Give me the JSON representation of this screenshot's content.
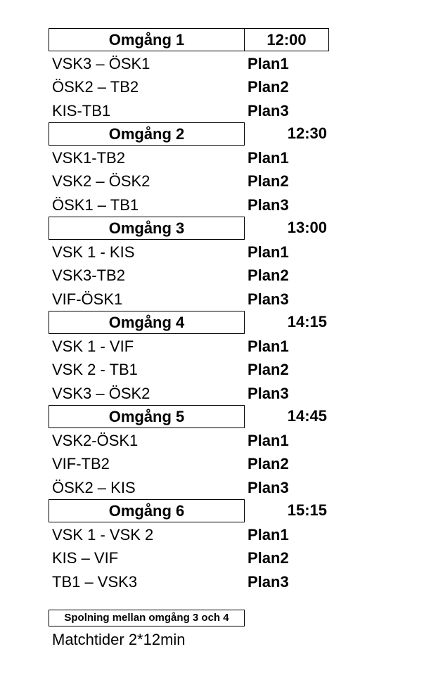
{
  "rounds": [
    {
      "title": "Omgång 1",
      "time": "12:00",
      "matches": [
        {
          "teams": "VSK3 – ÖSK1",
          "field": "Plan1"
        },
        {
          "teams": "ÖSK2 – TB2",
          "field": "Plan2"
        },
        {
          "teams": "KIS-TB1",
          "field": "Plan3"
        }
      ]
    },
    {
      "title": "Omgång 2",
      "time": "12:30",
      "matches": [
        {
          "teams": "VSK1-TB2",
          "field": "Plan1"
        },
        {
          "teams": "VSK2 – ÖSK2",
          "field": "Plan2"
        },
        {
          "teams": "ÖSK1 – TB1",
          "field": "Plan3"
        }
      ]
    },
    {
      "title": "Omgång 3",
      "time": "13:00",
      "matches": [
        {
          "teams": "VSK 1 - KIS",
          "field": "Plan1"
        },
        {
          "teams": "VSK3-TB2",
          "field": "Plan2"
        },
        {
          "teams": "VIF-ÖSK1",
          "field": "Plan3"
        }
      ]
    },
    {
      "title": "Omgång 4",
      "time": "14:15",
      "matches": [
        {
          "teams": "VSK 1 - VIF",
          "field": "Plan1"
        },
        {
          "teams": "VSK 2 - TB1",
          "field": "Plan2"
        },
        {
          "teams": "VSK3 – ÖSK2",
          "field": "Plan3"
        }
      ]
    },
    {
      "title": "Omgång 5",
      "time": "14:45",
      "matches": [
        {
          "teams": "VSK2-ÖSK1",
          "field": "Plan1"
        },
        {
          "teams": "VIF-TB2",
          "field": "Plan2"
        },
        {
          "teams": "ÖSK2 – KIS",
          "field": "Plan3"
        }
      ]
    },
    {
      "title": "Omgång 6",
      "time": "15:15",
      "matches": [
        {
          "teams": "VSK 1 - VSK 2",
          "field": "Plan1"
        },
        {
          "teams": "KIS – VIF",
          "field": "Plan2"
        },
        {
          "teams": "TB1 – VSK3",
          "field": "Plan3"
        }
      ]
    }
  ],
  "footer": {
    "note_box": "Spolning mellan omgång 3 och 4",
    "match_time": "Matchtider 2*12min"
  }
}
